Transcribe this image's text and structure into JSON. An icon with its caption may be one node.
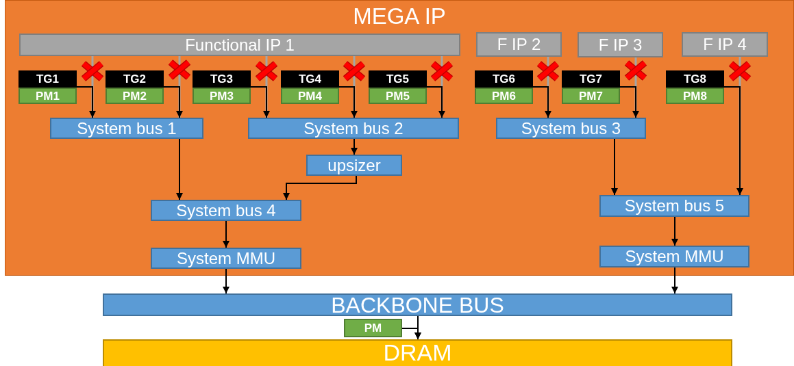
{
  "diagram": {
    "nodes": [
      {
        "text": [
          "MEGA IP"
        ]
      },
      {
        "text": [
          "Functional IP 1"
        ],
        "in": 0
      },
      {
        "text": [
          "F IP 2"
        ],
        "in": 0
      },
      {
        "text": [
          "F IP 3"
        ],
        "in": 0
      },
      {
        "text": [
          "F IP 4"
        ],
        "in": 0
      },
      {
        "text": [
          "TG1"
        ],
        "in": 0
      },
      {
        "text": [
          "PM1"
        ],
        "in": 0
      },
      {
        "text": [
          "TG2"
        ],
        "in": 0
      },
      {
        "text": [
          "PM2"
        ],
        "in": 0
      },
      {
        "text": [
          "TG3"
        ],
        "in": 0
      },
      {
        "text": [
          "PM3"
        ],
        "in": 0
      },
      {
        "text": [
          "TG4"
        ],
        "in": 0
      },
      {
        "text": [
          "PM4"
        ],
        "in": 0
      },
      {
        "text": [
          "TG5"
        ],
        "in": 0
      },
      {
        "text": [
          "PM5"
        ],
        "in": 0
      },
      {
        "text": [
          "TG6"
        ],
        "in": 0
      },
      {
        "text": [
          "PM6"
        ],
        "in": 0
      },
      {
        "text": [
          "TG7"
        ],
        "in": 0
      },
      {
        "text": [
          "PM7"
        ],
        "in": 0
      },
      {
        "text": [
          "TG8"
        ],
        "in": 0
      },
      {
        "text": [
          "PM8"
        ],
        "in": 0
      },
      {
        "text": [
          "System bus 1"
        ],
        "in": 0
      },
      {
        "text": [
          "System bus 2"
        ],
        "in": 0
      },
      {
        "text": [
          "System bus 3"
        ],
        "in": 0
      },
      {
        "text": [
          "upsizer"
        ],
        "in": 0
      },
      {
        "text": [
          "System bus 4"
        ],
        "in": 0
      },
      {
        "text": [
          "System bus 5"
        ],
        "in": 0
      },
      {
        "text": [
          "System MMU"
        ],
        "in": 0
      },
      {
        "text": [
          "System MMU"
        ],
        "in": 0
      },
      {
        "text": [
          "BACKBONE BUS"
        ]
      },
      {
        "text": [
          "PM"
        ]
      },
      {
        "text": [
          "DRAM"
        ]
      }
    ],
    "edges": [
      {
        "from": 1,
        "to": 21,
        "arrow": "none",
        "color": "#a5a5a5"
      },
      {
        "from": 1,
        "to": 21,
        "arrow": "none",
        "color": "#a5a5a5"
      },
      {
        "from": 1,
        "to": 22,
        "arrow": "none",
        "color": "#a5a5a5"
      },
      {
        "from": 1,
        "to": 22,
        "arrow": "none",
        "color": "#a5a5a5"
      },
      {
        "from": 1,
        "to": 22,
        "arrow": "none",
        "color": "#a5a5a5"
      },
      {
        "from": 2,
        "to": 23,
        "arrow": "none",
        "color": "#a5a5a5"
      },
      {
        "from": 3,
        "to": 23,
        "arrow": "none",
        "color": "#a5a5a5"
      },
      {
        "from": 4,
        "to": 26,
        "arrow": "none",
        "color": "#a5a5a5"
      },
      {
        "from": 5,
        "to": 21,
        "arrow": "to"
      },
      {
        "from": 7,
        "to": 21,
        "arrow": "to"
      },
      {
        "from": 9,
        "to": 22,
        "arrow": "to"
      },
      {
        "from": 11,
        "to": 22,
        "arrow": "to"
      },
      {
        "from": 13,
        "to": 22,
        "arrow": "to"
      },
      {
        "from": 15,
        "to": 23,
        "arrow": "to"
      },
      {
        "from": 17,
        "to": 23,
        "arrow": "to"
      },
      {
        "from": 19,
        "to": 26,
        "arrow": "to"
      },
      {
        "from": 21,
        "to": 25,
        "arrow": "to"
      },
      {
        "from": 22,
        "to": 24,
        "arrow": "to"
      },
      {
        "from": 24,
        "to": 25,
        "arrow": "to"
      },
      {
        "from": 25,
        "to": 27,
        "arrow": "to"
      },
      {
        "from": 23,
        "to": 26,
        "arrow": "to"
      },
      {
        "from": 26,
        "to": 28,
        "arrow": "to"
      },
      {
        "from": 27,
        "to": 29,
        "arrow": "to"
      },
      {
        "from": 28,
        "to": 29,
        "arrow": "to"
      },
      {
        "from": 29,
        "to": 31,
        "arrow": "to"
      },
      {
        "from": 30,
        "to": 31,
        "arrow": "to"
      }
    ]
  }
}
